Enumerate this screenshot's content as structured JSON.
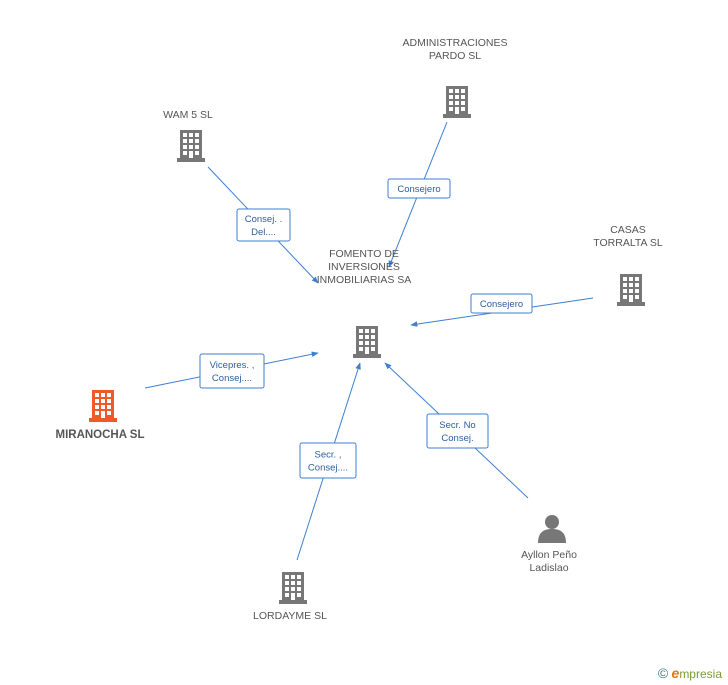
{
  "colors": {
    "edge": "#3f7fd0",
    "building": "#777777",
    "main_building": "#f05a28",
    "person": "#777777"
  },
  "nodes": [
    {
      "id": "fomento",
      "kind": "company",
      "icon": "building-icon",
      "lines": [
        "FOMENTO DE",
        "INVERSIONES",
        "INMOBILIARIAS SA"
      ]
    },
    {
      "id": "administraciones",
      "kind": "company",
      "icon": "building-icon",
      "lines": [
        "ADMINISTRACIONES",
        "PARDO SL"
      ]
    },
    {
      "id": "wam5",
      "kind": "company",
      "icon": "building-icon",
      "lines": [
        "WAM 5 SL"
      ]
    },
    {
      "id": "casas",
      "kind": "company",
      "icon": "building-icon",
      "lines": [
        "CASAS",
        "TORRALTA  SL"
      ]
    },
    {
      "id": "miranocha",
      "kind": "company",
      "icon": "building-icon",
      "main": true,
      "lines": [
        "MIRANOCHA SL"
      ]
    },
    {
      "id": "lordayme",
      "kind": "company",
      "icon": "building-icon",
      "lines": [
        "LORDAYME SL"
      ]
    },
    {
      "id": "ayllon",
      "kind": "person",
      "icon": "person-icon",
      "lines": [
        "Ayllon Peño",
        "Ladislao"
      ]
    }
  ],
  "edges": [
    {
      "id": "administraciones-fomento",
      "lines": [
        "Consejero"
      ]
    },
    {
      "id": "wam5-fomento",
      "lines": [
        "Consej. .",
        "Del...."
      ]
    },
    {
      "id": "casas-fomento",
      "lines": [
        "Consejero"
      ]
    },
    {
      "id": "miranocha-fomento",
      "lines": [
        "Vicepres. ,",
        "Consej...."
      ]
    },
    {
      "id": "lordayme-fomento",
      "lines": [
        "Secr. ,",
        "Consej...."
      ]
    },
    {
      "id": "ayllon-fomento",
      "lines": [
        "Secr.  No",
        "Consej."
      ]
    }
  ],
  "footer": {
    "copyright": "©",
    "brand_initial": "e",
    "brand_rest": "mpresia"
  }
}
